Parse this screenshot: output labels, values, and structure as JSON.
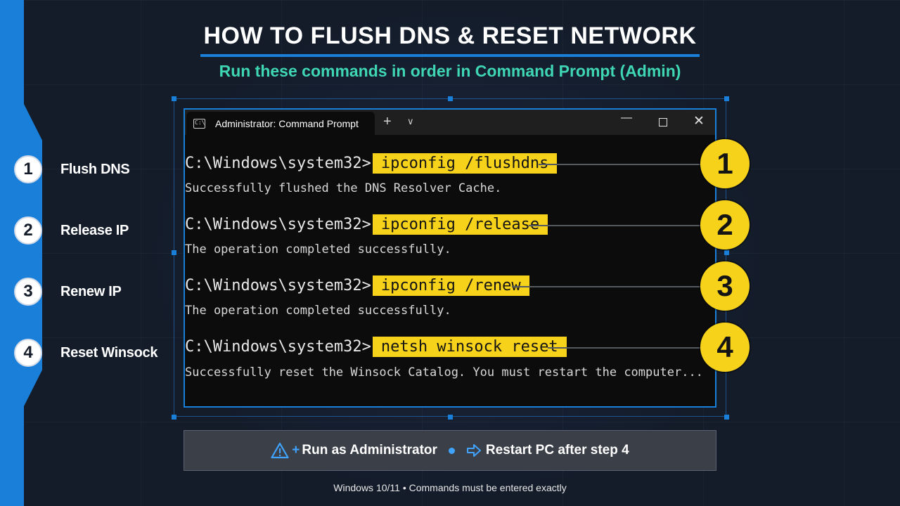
{
  "title": "HOW TO FLUSH DNS & RESET NETWORK",
  "subtitle": "Run these commands in order in Command Prompt (Admin)",
  "steps": [
    {
      "num": "1",
      "label": "Flush DNS",
      "prompt": "C:\\Windows\\system32>",
      "command": "ipconfig /flushdns",
      "output": "Successfully flushed the DNS Resolver Cache."
    },
    {
      "num": "2",
      "label": "Release IP",
      "prompt": "C:\\Windows\\system32>",
      "command": "ipconfig /release",
      "output": "The operation completed successfully."
    },
    {
      "num": "3",
      "label": "Renew IP",
      "prompt": "C:\\Windows\\system32>",
      "command": "ipconfig /renew",
      "output": "The operation completed successfully."
    },
    {
      "num": "4",
      "label": "Reset Winsock",
      "prompt": "C:\\Windows\\system32>",
      "command": "netsh winsock reset",
      "output": "Successfully reset the Winsock Catalog. You must restart the computer..."
    }
  ],
  "terminal": {
    "tab_title": "Administrator: Command Prompt",
    "new_tab": "+",
    "dropdown": "∨",
    "minimize": "—",
    "close": "✕",
    "tab_icon_text": "C:\\"
  },
  "tips": {
    "plus": "+",
    "admin": "Run as Administrator",
    "restart": "Restart PC after step 4"
  },
  "footer": "Windows 10/11 • Commands must be entered exactly",
  "colors": {
    "accent_blue": "#1a7fd8",
    "highlight_yellow": "#f7d21a",
    "subtitle_teal": "#3fd6b4",
    "background": "#141c2a",
    "terminal_bg": "#0c0c0c"
  },
  "icons": [
    "cmd-icon",
    "warning-icon",
    "arrow-right-icon",
    "minimize-icon",
    "maximize-icon",
    "close-icon",
    "chevron-down-icon",
    "plus-icon"
  ]
}
